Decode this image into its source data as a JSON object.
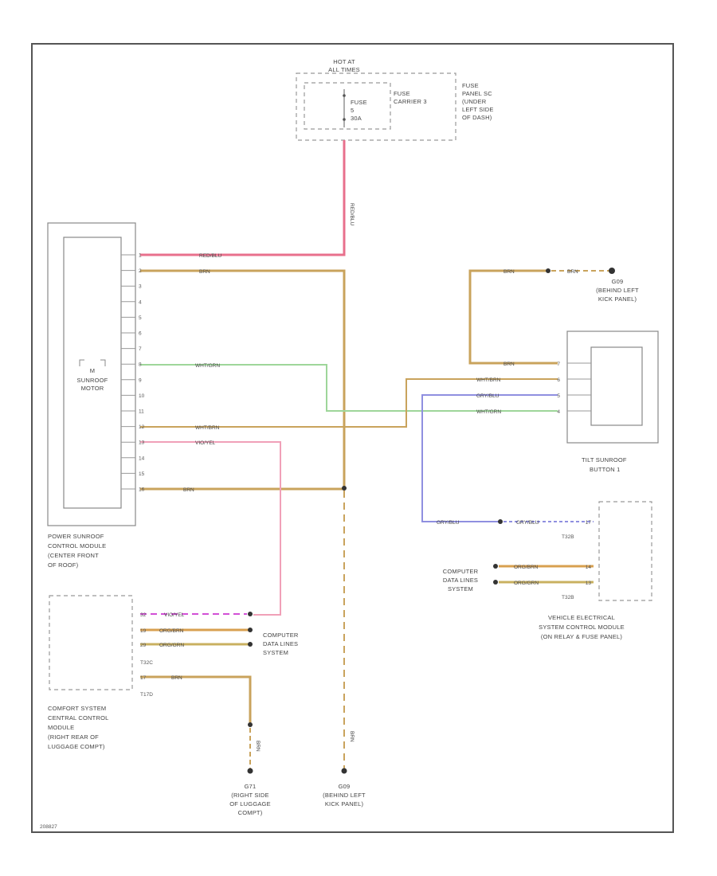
{
  "fuse": {
    "hot_at": [
      "HOT AT",
      "ALL TIMES"
    ],
    "fuse_label": [
      "FUSE",
      "5",
      "30A"
    ],
    "carrier": [
      "FUSE",
      "CARRIER 3"
    ],
    "panel": [
      "FUSE",
      "PANEL SC",
      "(UNDER",
      "LEFT SIDE",
      "OF DASH)"
    ]
  },
  "sunroof_module": {
    "motor_label": [
      "M",
      "SUNROOF",
      "MOTOR"
    ],
    "caption": [
      "POWER SUNROOF",
      "CONTROL MODULE",
      "(CENTER FRONT",
      "OF ROOF)"
    ],
    "pins": [
      "1",
      "2",
      "3",
      "4",
      "5",
      "6",
      "7",
      "8",
      "9",
      "10",
      "11",
      "12",
      "13",
      "14",
      "15",
      "16"
    ]
  },
  "wires": {
    "red_blu": "RED/BLU",
    "brn": "BRN",
    "wht_grn": "WHT/GRN",
    "wht_brn": "WHT/BRN",
    "gry_blu": "GRY/BLU",
    "vio_yel": "VIO/YEL",
    "org_brn": "ORG/BRN",
    "org_grn": "ORG/GRN"
  },
  "tilt_switch": {
    "caption": [
      "TILT SUNROOF",
      "BUTTON 1"
    ],
    "pins": [
      "7",
      "6",
      "5",
      "4"
    ]
  },
  "ground_top": [
    "G09",
    "(BEHIND LEFT",
    "KICK PANEL)"
  ],
  "vesm": {
    "caption": [
      "VEHICLE ELECTRICAL",
      "SYSTEM CONTROL MODULE",
      "(ON RELAY & FUSE PANEL)"
    ],
    "connectors": [
      "T32B",
      "T32B"
    ],
    "pins": [
      "17",
      "14",
      "13"
    ]
  },
  "cdl_right": [
    "COMPUTER",
    "DATA LINES",
    "SYSTEM"
  ],
  "comfort": {
    "caption": [
      "COMFORT SYSTEM",
      "CENTRAL CONTROL",
      "MODULE",
      "(RIGHT REAR OF",
      "LUGGAGE COMPT)"
    ],
    "connectors": [
      "T32C",
      "T17D"
    ],
    "pins": [
      "32",
      "19",
      "29",
      "17"
    ]
  },
  "cdl_left": [
    "COMPUTER",
    "DATA LINES",
    "SYSTEM"
  ],
  "ground_g71": [
    "G71",
    "(RIGHT SIDE",
    "OF LUGGAGE",
    "COMPT)"
  ],
  "ground_g09b": [
    "G09",
    "(BEHIND LEFT",
    "KICK PANEL)"
  ],
  "diagram_id": "208827",
  "colors": {
    "red_blu": "#e8708c",
    "brn": "#c9a35c",
    "wht_grn": "#9ed69a",
    "gry_blu": "#8f8fe0",
    "vio_yel": "#d24fd6",
    "org": "#d8a050",
    "frame": "#555555"
  }
}
